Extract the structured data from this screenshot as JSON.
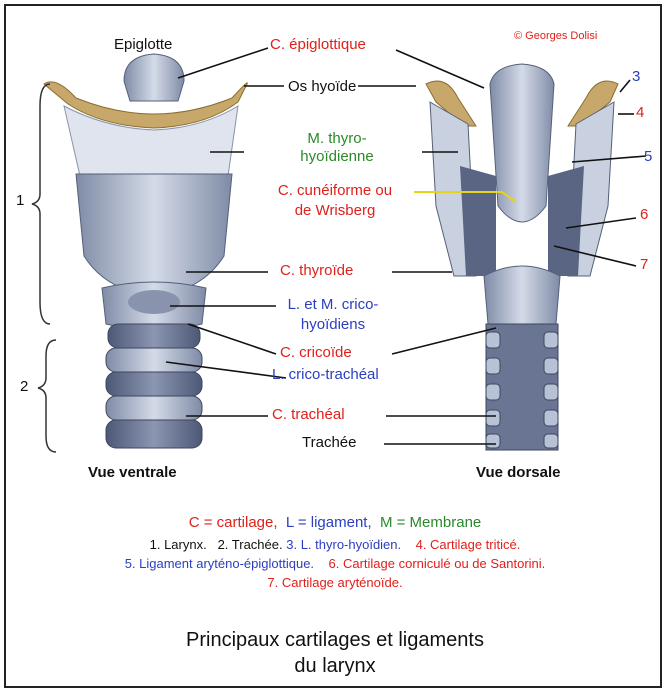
{
  "copyright": "© Georges Dolisi",
  "labels": {
    "epiglotte": "Epiglotte",
    "c_epiglottique": "C. épiglottique",
    "os_hyoide": "Os hyoïde",
    "m_thyro_1": "M. thyro-",
    "m_thyro_2": "hyoïdienne",
    "c_cuneiforme_1": "C. cunéiforme ou",
    "c_cuneiforme_2": "de Wrisberg",
    "c_thyroide": "C. thyroïde",
    "l_crico_1": "L. et M. crico-",
    "l_crico_2": "hyoïdiens",
    "c_cricoide": "C. cricoïde",
    "l_crico_tracheal": "L. crico-trachéal",
    "c_tracheal": "C. trachéal",
    "trachee": "Trachée"
  },
  "numbers": [
    "1",
    "2",
    "3",
    "4",
    "5",
    "6",
    "7"
  ],
  "views": {
    "ventral": "Vue ventrale",
    "dorsal": "Vue dorsale"
  },
  "legend": {
    "line1": {
      "c": "C = cartilage,",
      "l": "L = ligament,",
      "m": "M = Membrane"
    },
    "line2": {
      "a": "1. Larynx.",
      "b": "2. Trachée.",
      "c": "3. L. thyro-hyoïdien.",
      "d": "4. Cartilage triticé."
    },
    "line3": {
      "a": "5. Ligament aryténo-épiglottique.",
      "b": "6. Cartilage corniculé ou de Santorini."
    },
    "line4": "7. Cartilage aryténoïde."
  },
  "title": {
    "line1": "Principaux cartilages et ligaments",
    "line2": "du larynx"
  },
  "colors": {
    "red": "#e0201b",
    "blue": "#2b3fbf",
    "green": "#2a8a2a",
    "cartilage": "#b8c2d6",
    "bone": "#c8a86a"
  }
}
